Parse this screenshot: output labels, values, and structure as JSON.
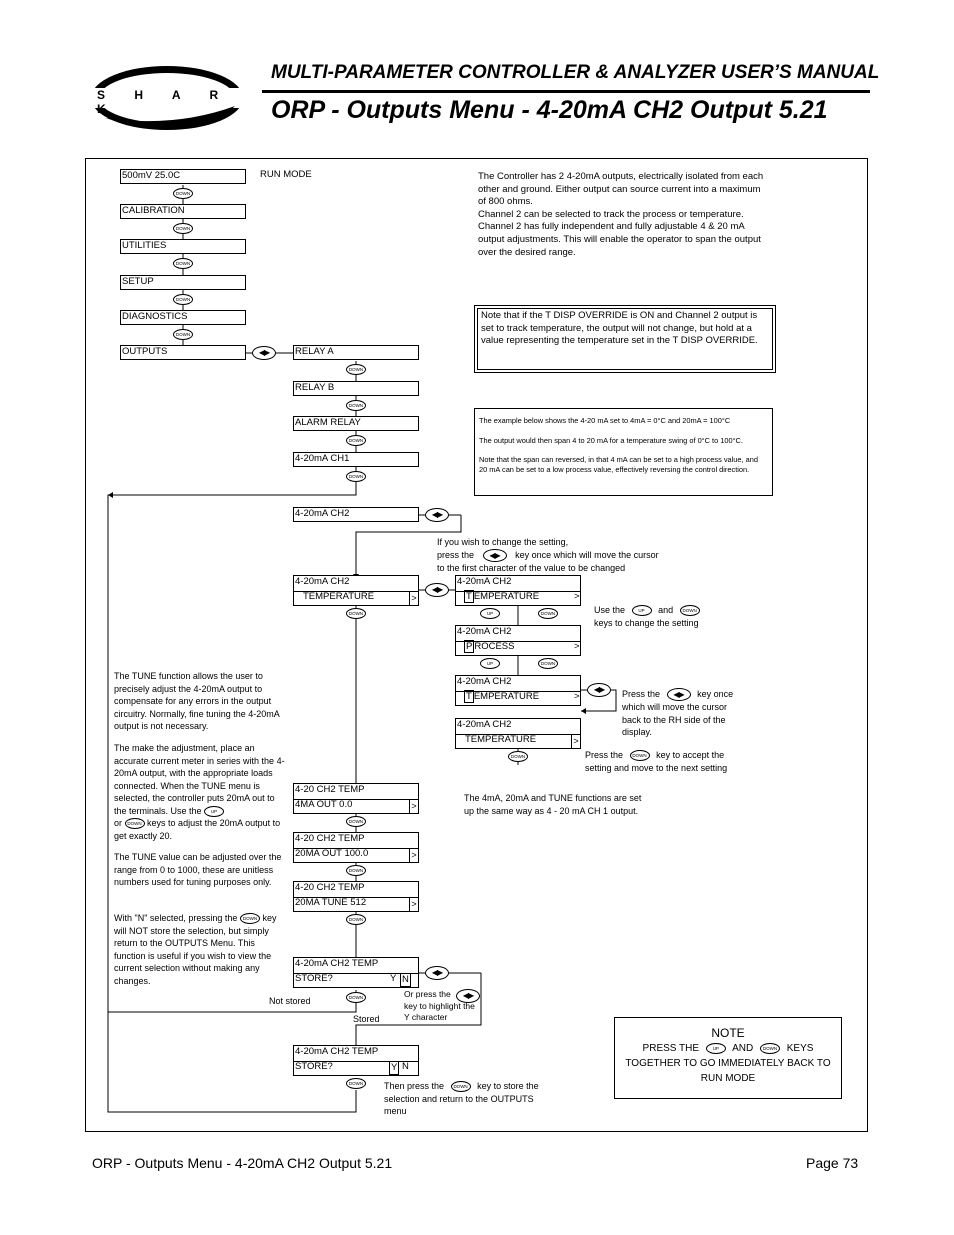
{
  "header": {
    "logo_text": "S H A R K",
    "subtitle": "MULTI-PARAMETER CONTROLLER & ANALYZER USER’S MANUAL",
    "title": "ORP - Outputs Menu - 4-20mA CH2 Output 5.21"
  },
  "keys": {
    "down": "DOWN",
    "up": "UP",
    "arrows": "◀▶"
  },
  "menu": {
    "run_value": "500mV   25.0C",
    "run_mode": "RUN MODE",
    "calibration": "CALIBRATION",
    "utilities": "UTILITIES",
    "setup": "SETUP",
    "diagnostics": "DIAGNOSTICS",
    "outputs": "OUTPUTS"
  },
  "outputs_menu": {
    "relay_a": "RELAY A",
    "relay_b": "RELAY B",
    "alarm_relay": "ALARM RELAY",
    "ch1": "4-20mA CH1",
    "ch2": "4-20mA CH2"
  },
  "display": {
    "ch2_title": "4-20mA CH2",
    "temperature": "TEMPERATURE",
    "temperature_rest": "EMPERATURE",
    "process_rest": "ROCESS",
    "cursor_t": "T",
    "cursor_p": "P",
    "caret": ">",
    "temp_title": "4-20 CH2   TEMP",
    "ma4_out": "4MA  OUT  0.0",
    "ma20_out": "20MA OUT 100.0",
    "ma20_tune": "20MA  TUNE 512",
    "store_title": "4-20mA CH2 TEMP",
    "store_q": "STORE?",
    "y": "Y",
    "n": "N"
  },
  "text": {
    "intro_1": "The Controller has 2 4-20mA outputs, electrically isolated from each other and ground. Either output can source current into a maximum of 800 ohms.",
    "intro_2": "Channel 2 can be selected to track the process or temperature.",
    "intro_3": "Channel 2 has fully independent and fully adjustable 4 & 20 mA output adjustments. This will enable the operator to span the output over the desired range.",
    "note_override": "Note that if the T DISP OVERRIDE is ON and Channel 2 output is set to track temperature, the output will not change, but hold at a value representing the temperature set in the T DISP OVERRIDE.",
    "example_1": "The example below shows the 4-20 mA set to 4mA = 0°C and 20mA = 100°C",
    "example_2": "The output would then span 4 to 20 mA for a temperature swing of 0°C to 100°C.",
    "example_3": "Note that the span can reversed, in that 4 mA can be set to a high process value, and 20 mA can be set to a low process value, effectively reversing the control direction.",
    "change_a": "If you wish to change the setting,",
    "change_b": "press the",
    "change_c": "key once which will move the cursor",
    "change_d": "to the first character of the value to be changed",
    "use_the": "Use the",
    "and": "and",
    "keys_change": "keys to change the setting",
    "press_the": "Press the",
    "key_once_rh": "key once which will move the cursor back to the RH side of the display.",
    "key_accept": "key to accept the setting and move to the next setting",
    "same_way": "The 4mA, 20mA and TUNE functions are set up the same way as 4 - 20 mA CH 1 output.",
    "tune_1": "The TUNE function allows the user to precisely adjust the 4-20mA output to compensate for any errors in the output circuitry. Normally, fine tuning the 4-20mA output is not necessary.",
    "tune_2a": "The make the adjustment, place an accurate current meter in series with the 4-20mA output, with the appropriate loads connected.  When the TUNE menu is selected, the controller puts 20mA out to the terminals. Use the",
    "tune_2b": "or",
    "tune_2c": "keys to adjust the 20mA output to get exactly 20.",
    "tune_3": "The TUNE value can be adjusted over the range from 0 to 1000, these are unitless numbers used for tuning purposes only.",
    "n_selected_a": "With \"N\" selected, pressing the",
    "n_selected_b": "key will NOT store the selection, but simply return to the OUTPUTS Menu. This function is useful if you wish to view the current selection without making any changes.",
    "or_press": "Or press the",
    "highlight_y": "key to highlight the Y character",
    "not_stored": "Not stored",
    "stored": "Stored",
    "then_press": "Then press the",
    "key_store": "key to store the selection and return to the OUTPUTS menu",
    "note_title": "NOTE",
    "note_press": "PRESS THE",
    "note_and": "AND",
    "note_keys": "KEYS",
    "note_rest": "TOGETHER TO GO IMMEDIATELY BACK TO RUN MODE"
  },
  "footer": {
    "left": "ORP - Outputs Menu - 4-20mA CH2 Output 5.21",
    "right": "Page 73"
  }
}
